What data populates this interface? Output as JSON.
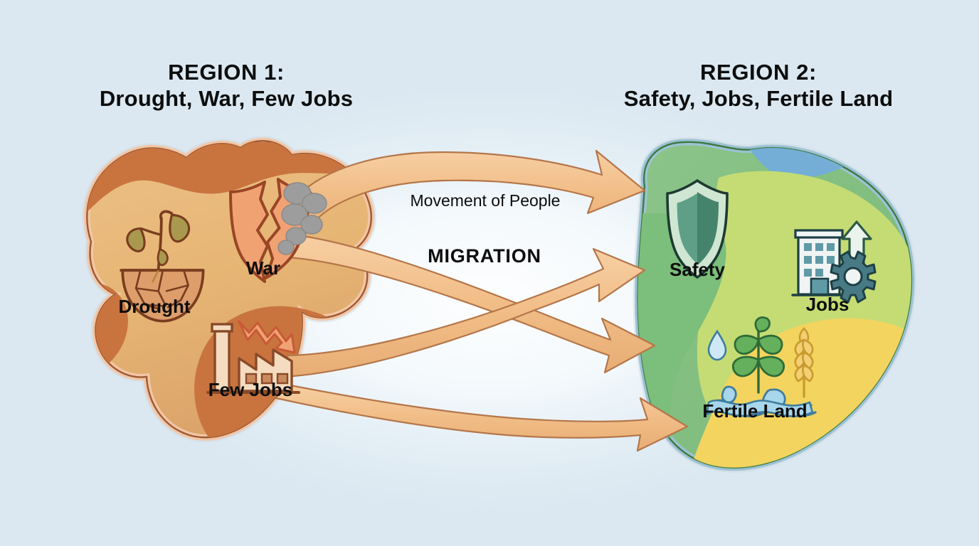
{
  "background": {
    "page_color": "#dce9f2",
    "center_color": "#fdfefe"
  },
  "regions": {
    "left": {
      "title_line1": "REGION 1:",
      "title_line2": "Drought, War, Few Jobs",
      "land_base_color": "#e8b878",
      "land_patch_color": "#ca7549",
      "land_outline_color": "#f2c3a4",
      "items": [
        {
          "label": "Drought",
          "icon": "wilting-plant-cracked-soil-icon"
        },
        {
          "label": "War",
          "icon": "broken-shield-smoke-icon"
        },
        {
          "label": "Few Jobs",
          "icon": "factory-down-arrow-icon"
        }
      ]
    },
    "right": {
      "title_line1": "REGION 2:",
      "title_line2": "Safety, Jobs, Fertile Land",
      "land_base_color": "#7fc07d",
      "land_light_color": "#c2da72",
      "land_yellow_color": "#f3d45f",
      "water_color": "#7fb4d8",
      "land_outline_color": "#8fb9cf",
      "items": [
        {
          "label": "Safety",
          "icon": "shield-icon"
        },
        {
          "label": "Jobs",
          "icon": "office-building-gear-up-arrow-icon"
        },
        {
          "label": "Fertile Land",
          "icon": "plant-wheat-water-icon"
        }
      ]
    }
  },
  "center": {
    "movement_label": "Movement of People",
    "migration_label": "MIGRATION"
  },
  "arrows": {
    "color": "#f2c08a",
    "outline_color": "#b5764a",
    "count": 4,
    "direction": "left-to-right",
    "items": [
      {
        "from": "War",
        "to": "Safety",
        "path": "upper-arc"
      },
      {
        "from": "War",
        "to": "Fertile Land",
        "path": "crossing-descending"
      },
      {
        "from": "Few Jobs",
        "to": "Safety",
        "path": "crossing-ascending"
      },
      {
        "from": "Few Jobs",
        "to": "Fertile Land",
        "path": "lower-arc"
      }
    ]
  }
}
